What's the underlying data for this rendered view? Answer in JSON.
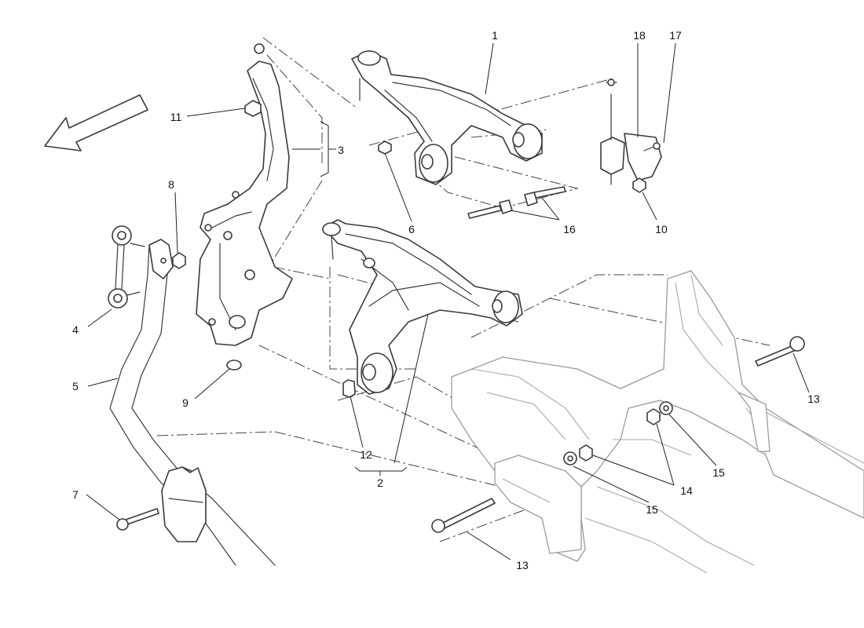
{
  "diagram": {
    "callouts": [
      {
        "id": "c1",
        "text": "1"
      },
      {
        "id": "c2",
        "text": "2"
      },
      {
        "id": "c3",
        "text": "3"
      },
      {
        "id": "c4",
        "text": "4"
      },
      {
        "id": "c5",
        "text": "5"
      },
      {
        "id": "c6",
        "text": "6"
      },
      {
        "id": "c7",
        "text": "7"
      },
      {
        "id": "c8",
        "text": "8"
      },
      {
        "id": "c9",
        "text": "9"
      },
      {
        "id": "c10",
        "text": "10"
      },
      {
        "id": "c11",
        "text": "11"
      },
      {
        "id": "c12",
        "text": "12"
      },
      {
        "id": "c13a",
        "text": "13"
      },
      {
        "id": "c13b",
        "text": "13"
      },
      {
        "id": "c14",
        "text": "14"
      },
      {
        "id": "c15a",
        "text": "15"
      },
      {
        "id": "c15b",
        "text": "15"
      },
      {
        "id": "c16",
        "text": "16"
      },
      {
        "id": "c17",
        "text": "17"
      },
      {
        "id": "c18",
        "text": "18"
      }
    ],
    "direction_arrow": "direction-arrow-icon",
    "line_color": "#3a3a3a",
    "background": "#ffffff"
  }
}
